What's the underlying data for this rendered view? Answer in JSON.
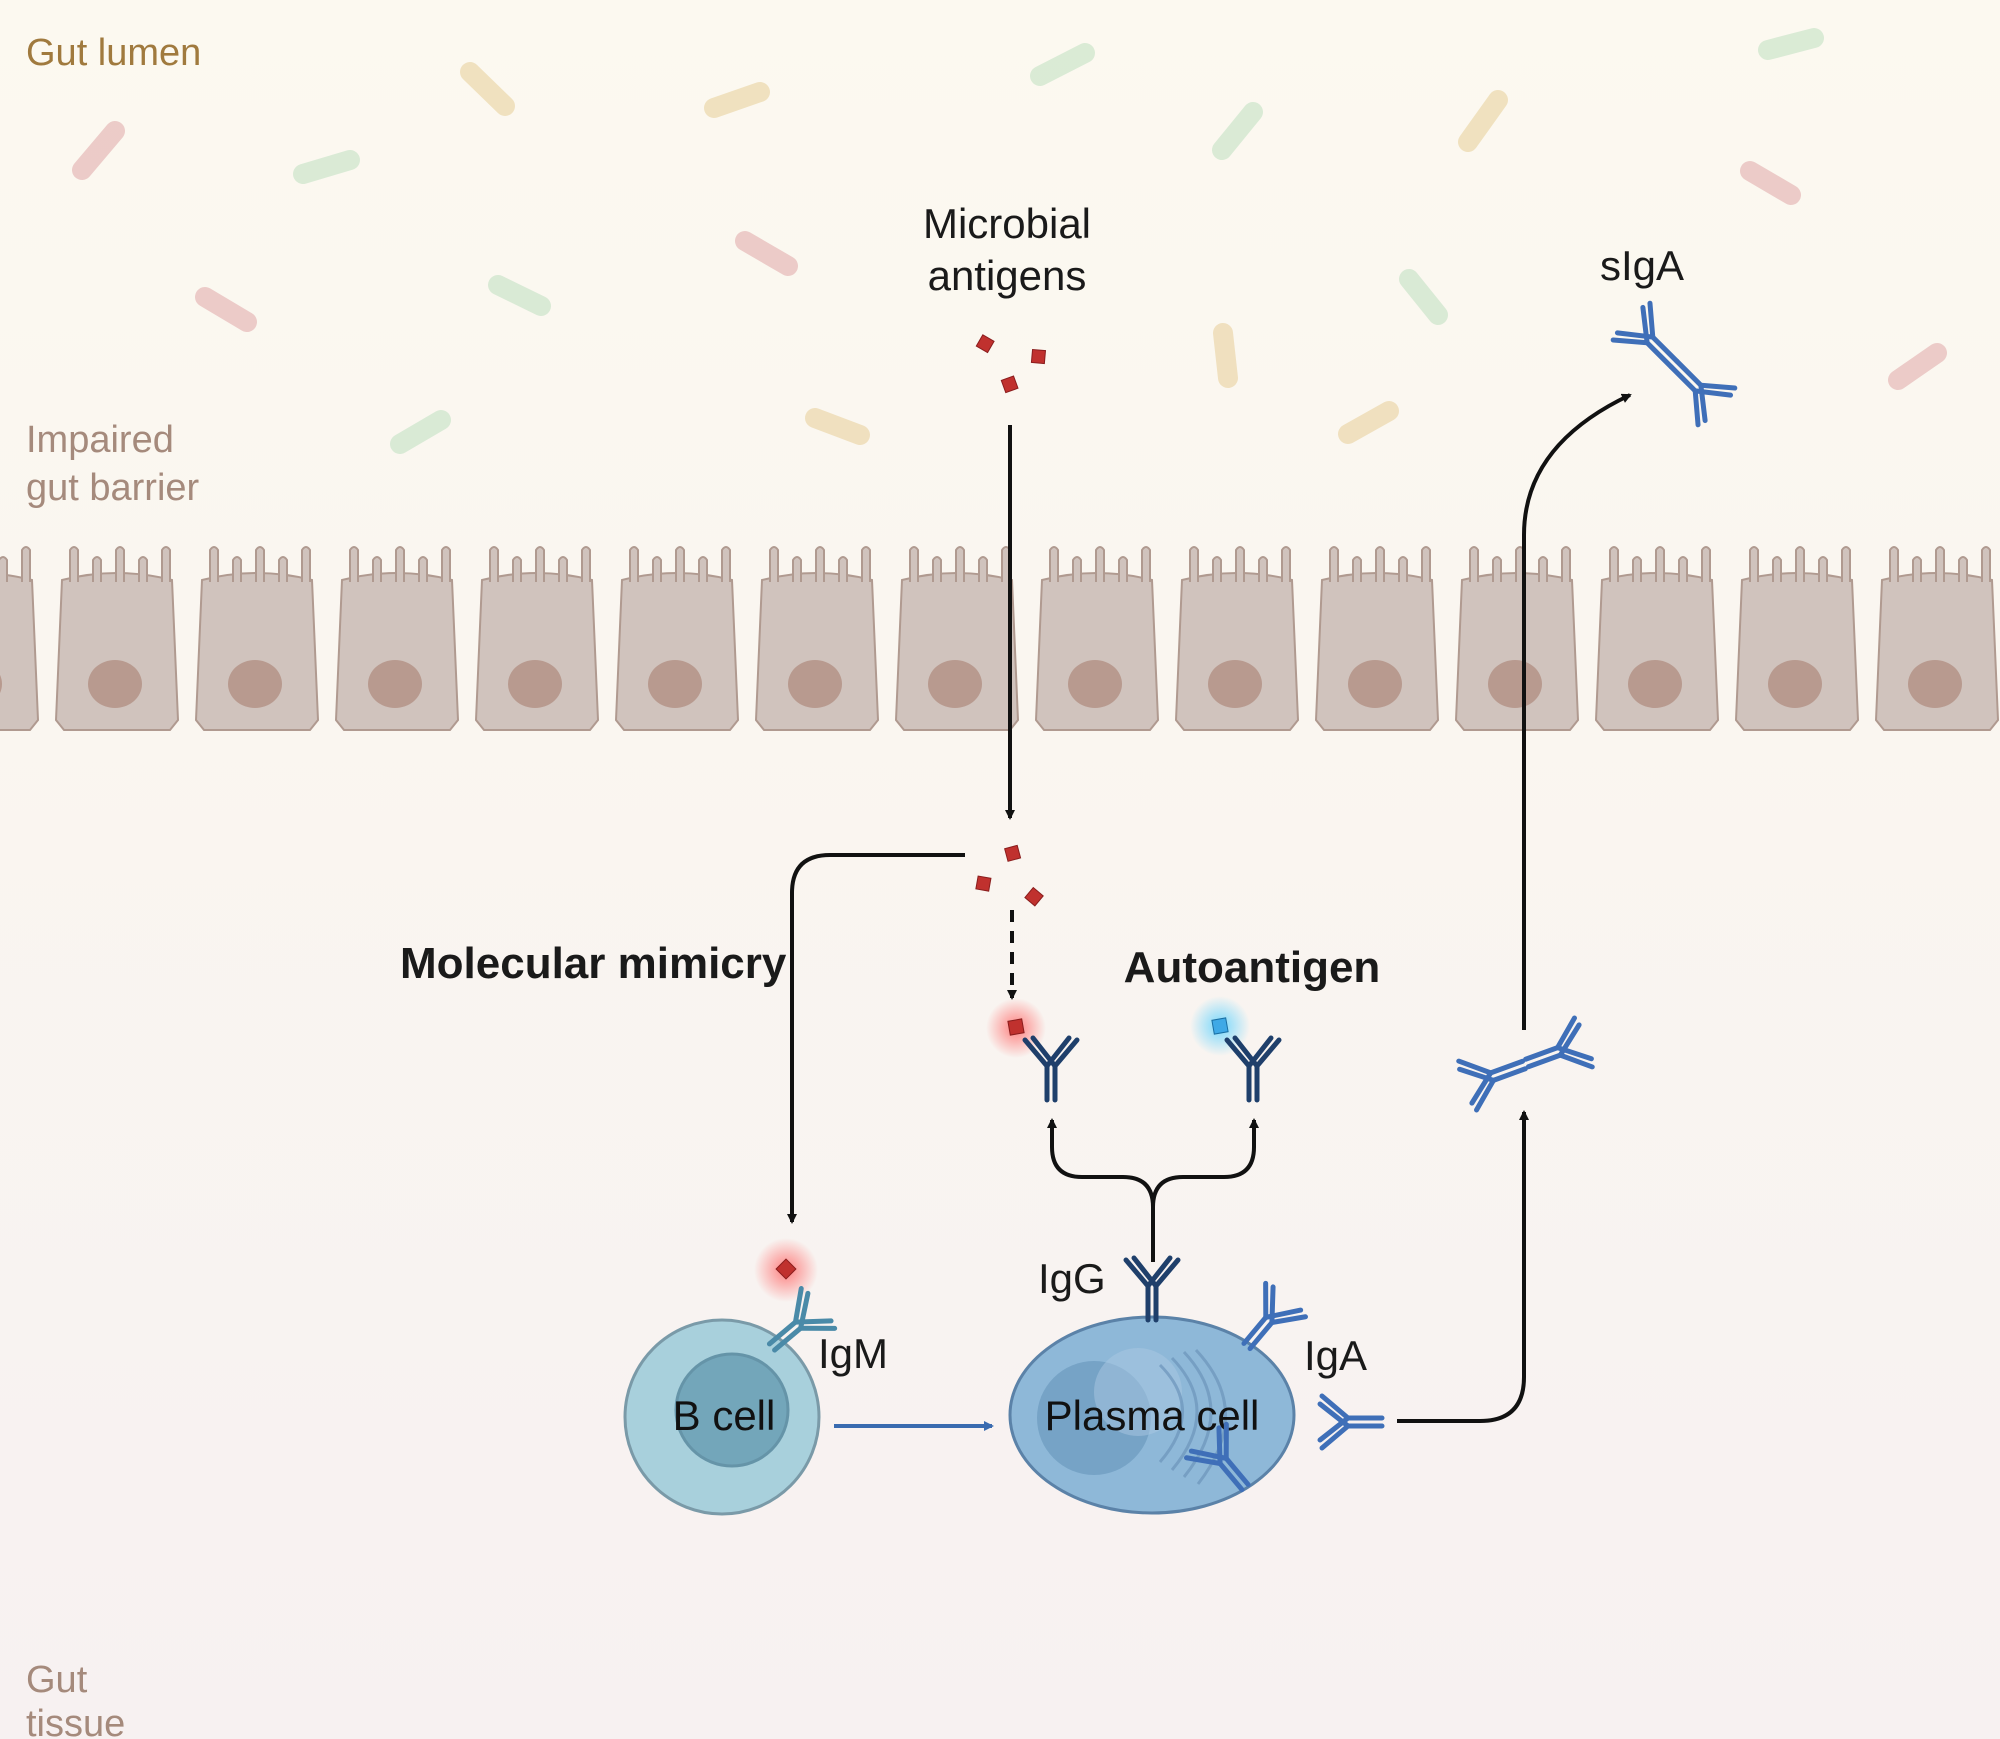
{
  "regions": {
    "lumen": "Gut lumen",
    "barrier_line1": "Impaired",
    "barrier_line2": "gut barrier",
    "tissue_line1": "Gut",
    "tissue_line2": "tissue"
  },
  "labels": {
    "microbial_line1": "Microbial",
    "microbial_line2": "antigens",
    "siga": "sIgA",
    "molecular_mimicry": "Molecular mimicry",
    "autoantigen": "Autoantigen",
    "igg": "IgG",
    "igm": "IgM",
    "iga": "IgA",
    "b_cell": "B cell",
    "plasma_cell": "Plasma cell"
  },
  "colors": {
    "background_top": "#fcf9f0",
    "background_bottom": "#f7f1f1",
    "lumen_label": "#a07a3e",
    "barrier_label": "#a58a7c",
    "epithelium_fill": "#d0c3bd",
    "epithelium_stroke": "#b09a90",
    "nucleus": "#b89a8f",
    "antigen_red": "#c0312e",
    "autoantigen_blue": "#3fa9e6",
    "igg_dark_blue": "#1f3f6b",
    "iga_blue": "#3f6fb8",
    "igm_teal": "#4a8aa8",
    "b_cell_fill": "#a8d0dc",
    "b_cell_nucleus": "#6a9fb5",
    "plasma_cell_fill": "#8eb8d8",
    "arrow": "#111111",
    "differentiation_arrow": "#3a6bb0"
  }
}
